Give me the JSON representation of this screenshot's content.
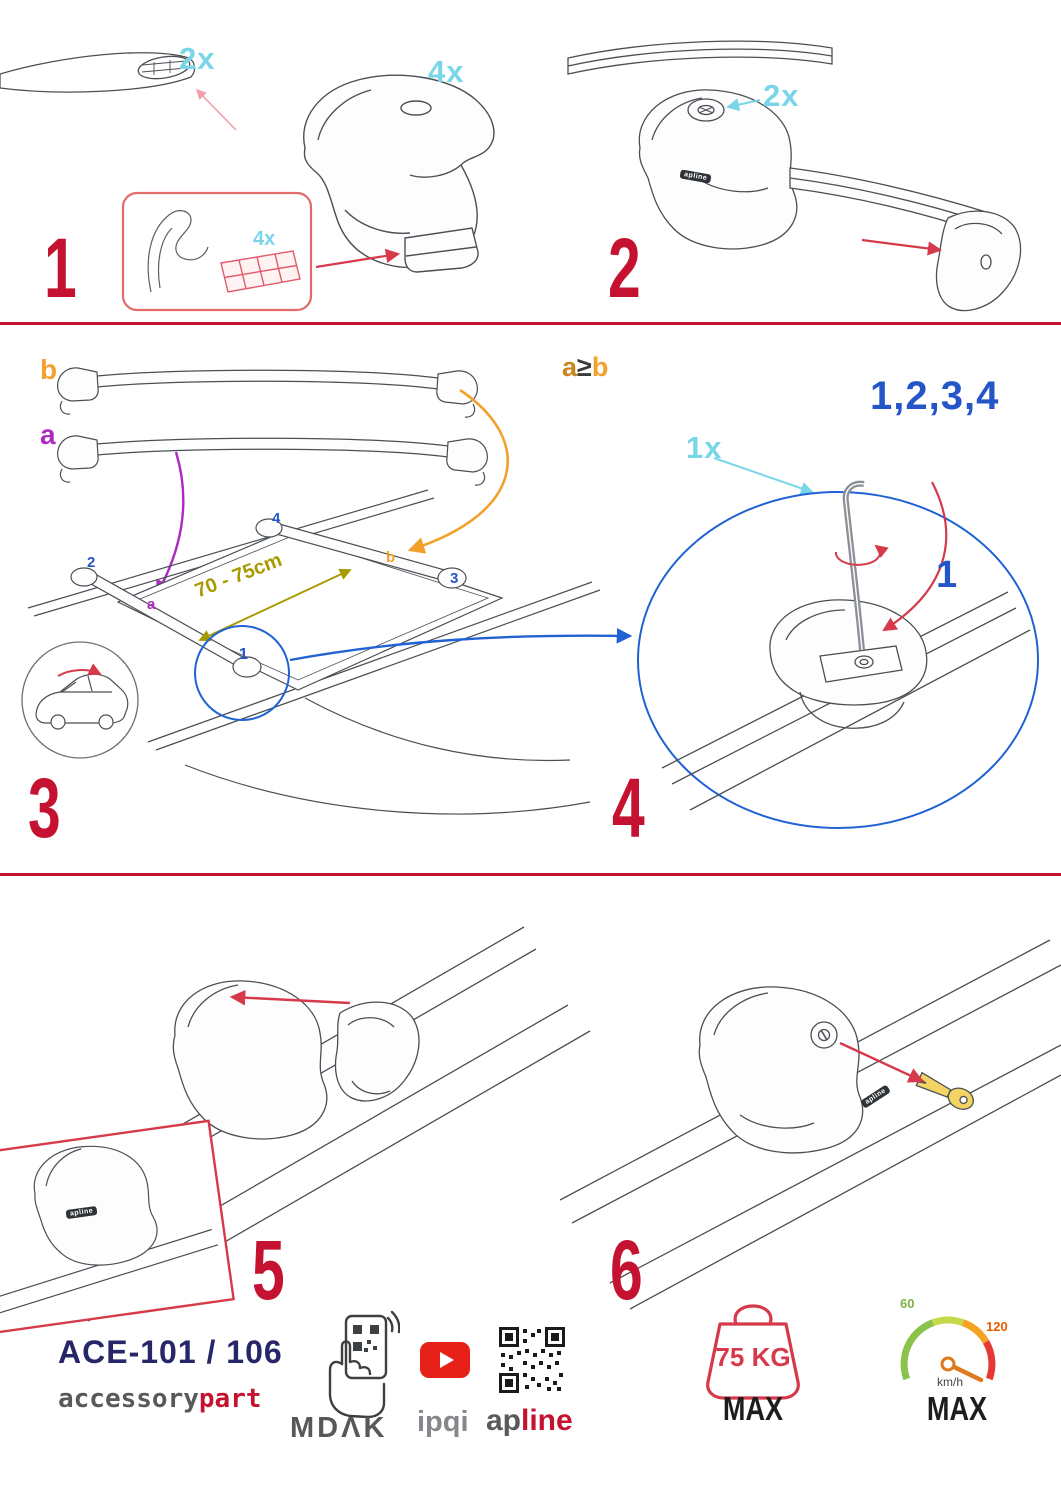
{
  "colors": {
    "accent_red": "#c41230",
    "arrow_red": "#d63a4a",
    "quantity_cyan": "#79d6e9",
    "number_blue": "#2456c8",
    "label_orange": "#f2a22c",
    "label_magenta": "#ad29c0",
    "measure_olive": "#a89a00",
    "brand_navy": "#262668",
    "brand_gray": "#58595b"
  },
  "steps": {
    "one": {
      "num": "1",
      "bar_qty": "2x",
      "foot_qty": "4x",
      "pad_qty": "4x"
    },
    "two": {
      "num": "2",
      "qty": "2x"
    },
    "three": {
      "num": "3",
      "bar_label_b": "b",
      "bar_label_a": "a",
      "roof_n1": "1",
      "roof_n2": "2",
      "roof_n3": "3",
      "roof_n4": "4",
      "roof_label_a": "a",
      "roof_label_b": "b",
      "measurement": "70 - 75cm"
    },
    "four": {
      "num": "4",
      "cond_a": "a",
      "cond_op": "≥",
      "cond_b": "b",
      "sequence": "1,2,3,4",
      "tool_qty": "1x",
      "first_step": "1"
    },
    "five": {
      "num": "5"
    },
    "six": {
      "num": "6"
    }
  },
  "footer": {
    "product_code": "ACE-101 / 106",
    "brand_gray": "accessory",
    "brand_red": "part",
    "mdak": "MDΛK",
    "ipqi": "ipqi",
    "apline_gray": "ap",
    "apline_red": "line",
    "load_value": "75 KG",
    "load_max": "MAX",
    "speed_low": "60",
    "speed_high": "120",
    "speed_unit": "km/h",
    "speed_max": "MAX"
  },
  "misc": {
    "apline_logo": "apline"
  }
}
